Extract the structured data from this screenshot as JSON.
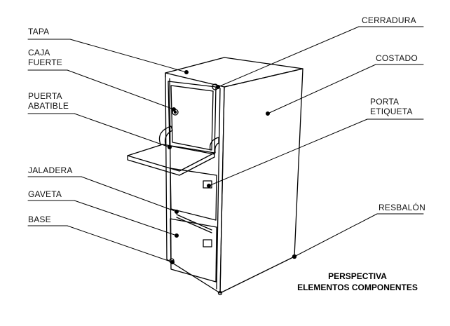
{
  "labels": {
    "tapa": "TAPA",
    "caja_fuerte": "CAJA\nFUERTE",
    "puerta_abatible": "PUERTA\nABATIBLE",
    "jaladera": "JALADERA",
    "gaveta": "GAVETA",
    "base": "BASE",
    "cerradura": "CERRADURA",
    "costado": "COSTADO",
    "porta_etiqueta": "PORTA\nETIQUETA",
    "resbalon": "RESBALÓN"
  },
  "caption": {
    "line1": "PERSPECTIVA",
    "line2": "ELEMENTOS COMPONENTES"
  }
}
